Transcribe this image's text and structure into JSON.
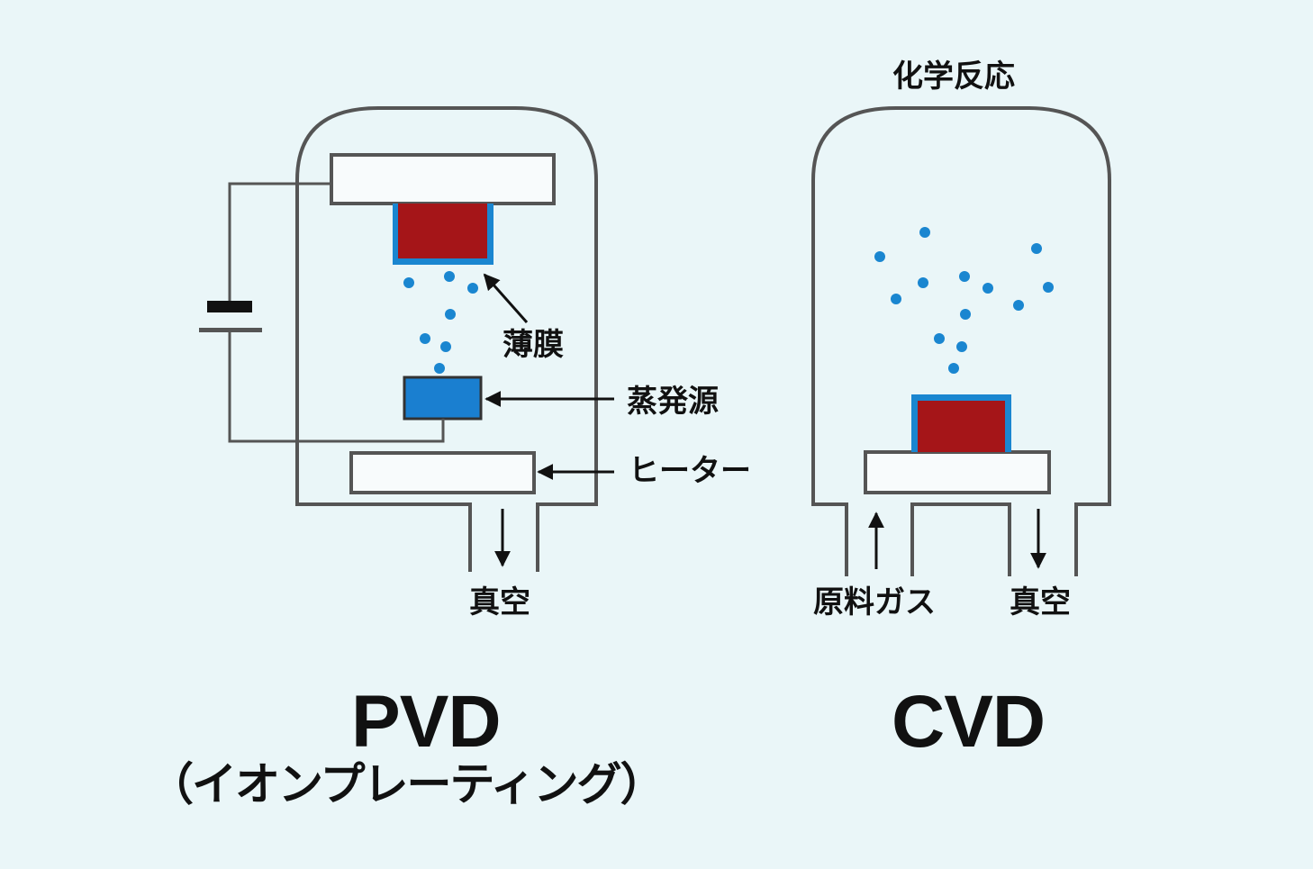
{
  "pvd": {
    "title": "PVD",
    "subtitle": "（イオンプレーティング）",
    "labels": {
      "thin_film": "薄膜",
      "evaporation_source": "蒸発源",
      "heater": "ヒーター",
      "vacuum": "真空"
    }
  },
  "cvd": {
    "title": "CVD",
    "labels": {
      "chemical_reaction": "化学反応",
      "source_gas": "原料ガス",
      "vacuum": "真空"
    }
  },
  "colors": {
    "background": "#eaf6f8",
    "outline": "#555555",
    "substrate_red": "#a51518",
    "film_blue": "#1a86d0",
    "particle_blue": "#1a86d0",
    "source_blue": "#1a7fd0"
  }
}
